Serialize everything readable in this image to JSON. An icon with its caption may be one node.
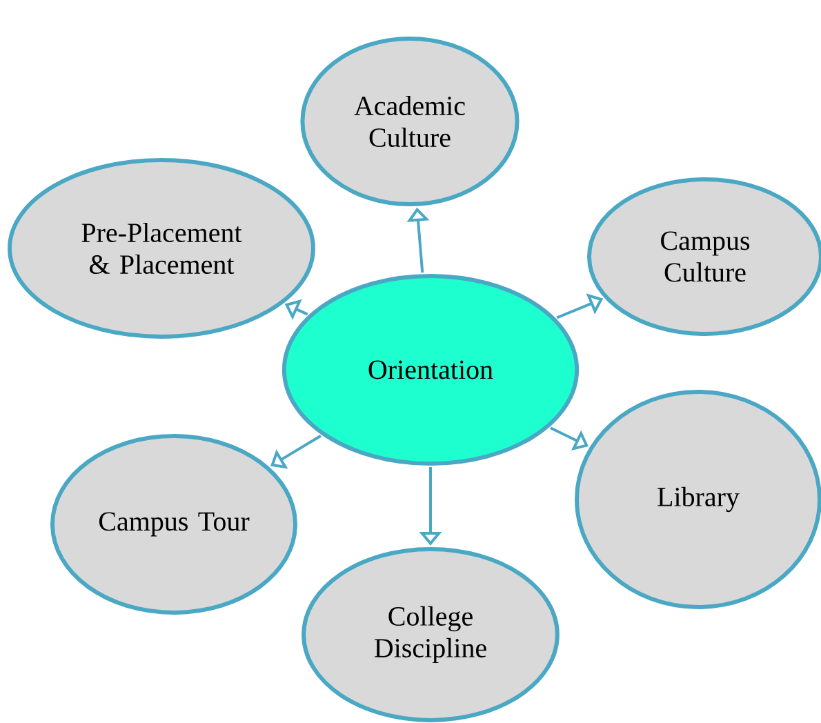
{
  "diagram": {
    "nodes": [
      {
        "text": [
          "Orientation"
        ]
      },
      {
        "text": [
          "Academic Culture"
        ]
      },
      {
        "text": [
          "Campus Culture"
        ]
      },
      {
        "text": [
          "Library"
        ]
      },
      {
        "text": [
          "College Discipline"
        ]
      },
      {
        "text": [
          "Campus Tour"
        ]
      },
      {
        "text": [
          "Pre-Placement & Placement"
        ]
      }
    ],
    "edges": [
      {
        "from": 0,
        "to": 1,
        "arrow": "to"
      },
      {
        "from": 0,
        "to": 2,
        "arrow": "to"
      },
      {
        "from": 0,
        "to": 3,
        "arrow": "to"
      },
      {
        "from": 0,
        "to": 4,
        "arrow": "to"
      },
      {
        "from": 0,
        "to": 5,
        "arrow": "to"
      },
      {
        "from": 0,
        "to": 6,
        "arrow": "to"
      }
    ]
  }
}
